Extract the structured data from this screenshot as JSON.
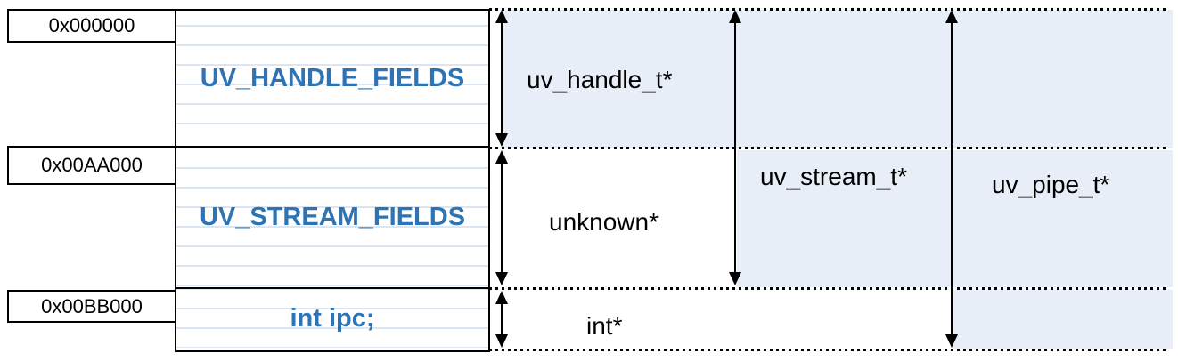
{
  "memory_map": {
    "addresses": [
      {
        "label": "0x000000"
      },
      {
        "label": "0x00AA000"
      },
      {
        "label": "0x00BB000"
      }
    ],
    "struct_box": {
      "sections": [
        {
          "label": "UV_HANDLE_FIELDS"
        },
        {
          "label": "UV_STREAM_FIELDS"
        },
        {
          "label": "int ipc;"
        }
      ]
    },
    "pointers": {
      "handle": "uv_handle_t*",
      "unknown": "unknown*",
      "int": "int*",
      "stream": "uv_stream_t*",
      "pipe": "uv_pipe_t*"
    }
  },
  "colors": {
    "field_text": "#2e74b5",
    "region_shade": "#e8eef7",
    "ruled_line": "#dbe6f2",
    "line": "#000000"
  }
}
